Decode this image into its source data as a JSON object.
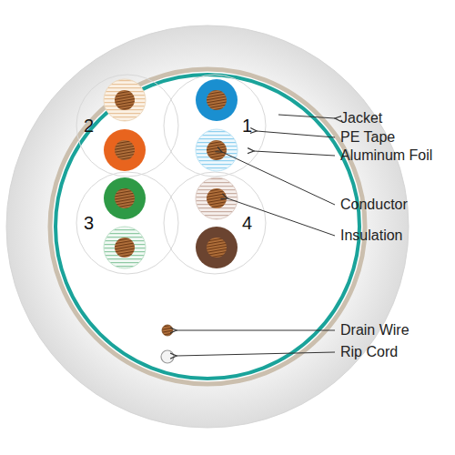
{
  "diagram": {
    "labels": [
      "Jacket",
      "PE Tape",
      "Aluminum Foil",
      "Conductor",
      "Insulation",
      "Drain Wire",
      "Rip Cord",
      "2",
      "1",
      "3",
      "4"
    ]
  }
}
